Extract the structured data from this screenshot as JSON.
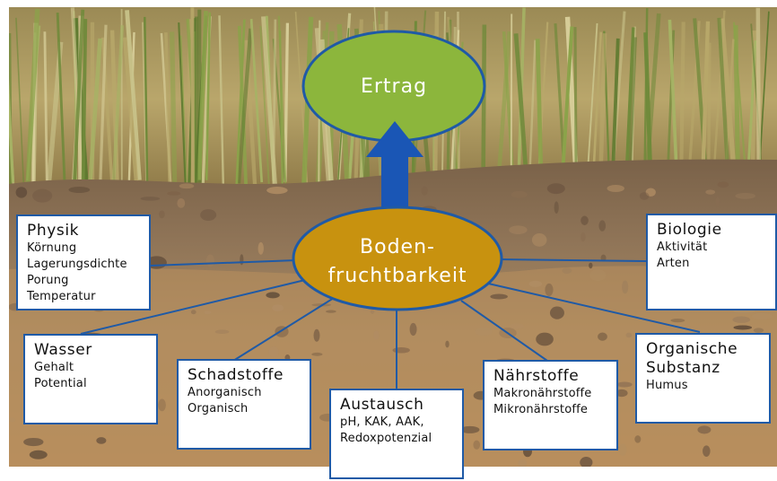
{
  "colors": {
    "accent_blue": "#1f5aa6",
    "yield_oval": "#8cb63c",
    "fertility_oval": "#c8920f",
    "arrow": "#1a56b5",
    "box_border": "#1f5aa6"
  },
  "center": {
    "line1": "Boden-",
    "line2": "fruchtbarkeit"
  },
  "top": {
    "label": "Ertrag"
  },
  "boxes": [
    {
      "id": "physik",
      "title": "Physik",
      "items": [
        "Körnung",
        "Lagerungsdichte",
        "Porung",
        "Temperatur"
      ]
    },
    {
      "id": "wasser",
      "title": "Wasser",
      "items": [
        "Gehalt",
        "Potential"
      ]
    },
    {
      "id": "schadstoffe",
      "title": "Schadstoffe",
      "items": [
        "Anorganisch",
        "Organisch"
      ]
    },
    {
      "id": "austausch",
      "title": "Austausch",
      "items": [
        "pH, KAK, AAK,",
        "Redoxpotenzial"
      ]
    },
    {
      "id": "naehrstoffe",
      "title": "Nährstoffe",
      "items": [
        "Makronährstoffe",
        "Mikronährstoffe"
      ]
    },
    {
      "id": "organische",
      "title": "Organische Substanz",
      "title_lines": [
        "Organische",
        "Substanz"
      ],
      "items": [
        "Humus"
      ]
    },
    {
      "id": "biologie",
      "title": "Biologie",
      "items": [
        "Aktivität",
        "Arten"
      ]
    }
  ]
}
